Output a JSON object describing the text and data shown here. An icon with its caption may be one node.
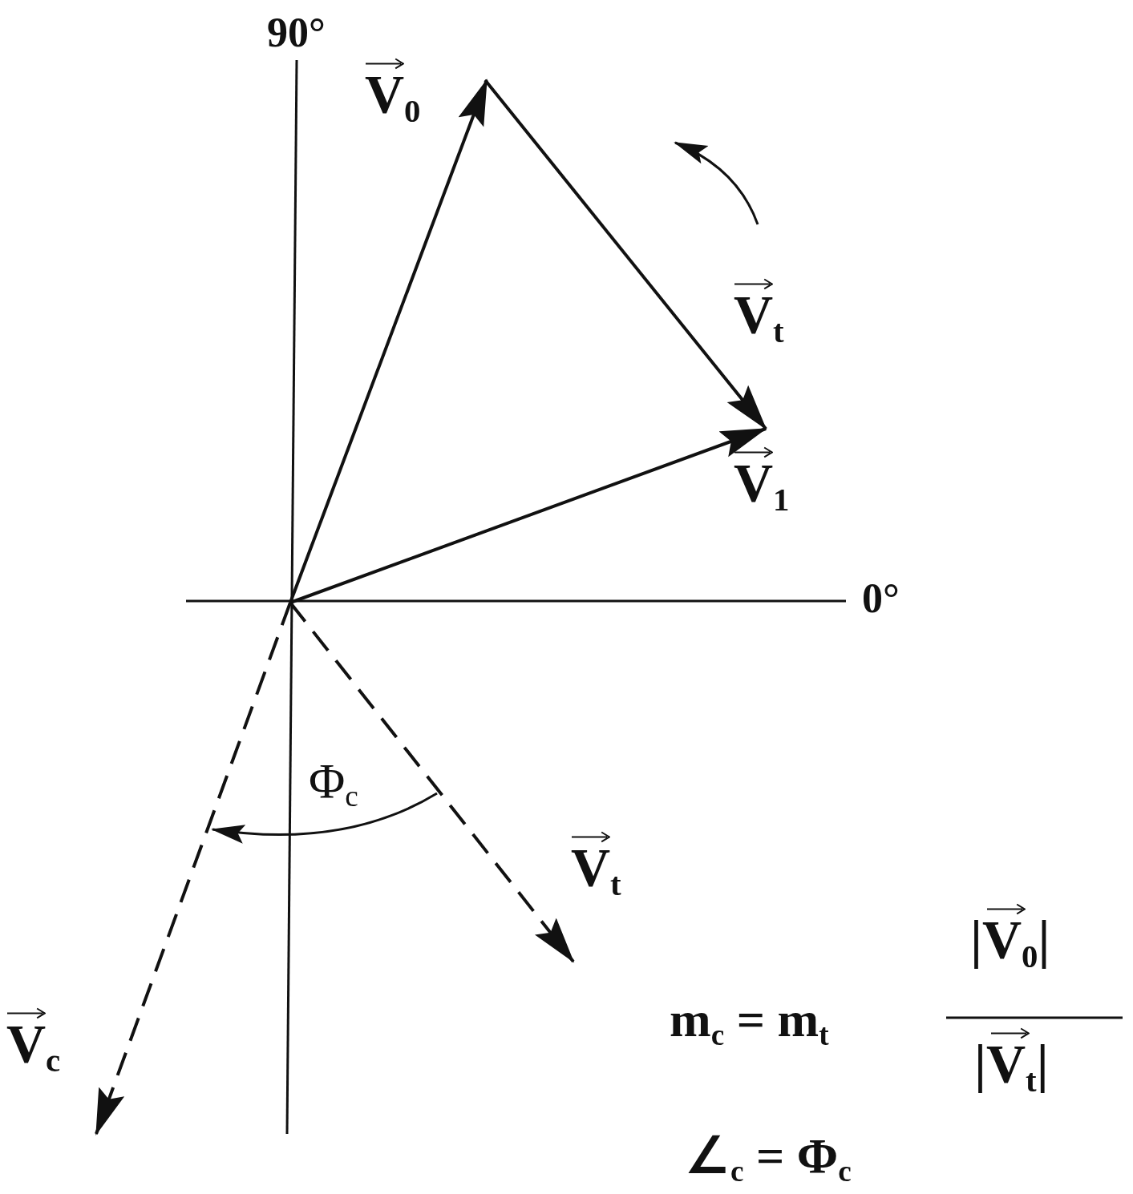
{
  "diagram": {
    "labels": [
      "90°",
      "V$_{0}$",
      "V$_{t}$",
      "V$_{1}$",
      "0°",
      "Φ$_{c}$",
      "V$_{t}$",
      "V$_{c}$",
      "m$_{c}$ = m$_{t}$",
      "|V$_{0}$|",
      "|V$_{t}$|",
      "∠$_{c}$ = Φ$_{c}$"
    ]
  }
}
